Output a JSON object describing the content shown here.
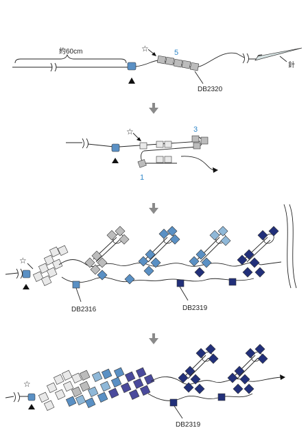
{
  "colors": {
    "gray": "#bcbcbc",
    "light": "#e9e9e9",
    "blue_light": "#8fb8d8",
    "blue_mid": "#5a90c4",
    "navy": "#22307a",
    "violet": "#4a4a9c",
    "number_blue": "#2e86c8"
  },
  "step1": {
    "length_label": "約60cm",
    "count_label": "5",
    "code_label": "DB2320",
    "needle_label": "針"
  },
  "step2": {
    "count_top": "3",
    "count_bottom": "1"
  },
  "step3": {
    "code_left": "DB2316",
    "code_right": "DB2319"
  },
  "step4": {
    "code_label": "DB2319"
  }
}
